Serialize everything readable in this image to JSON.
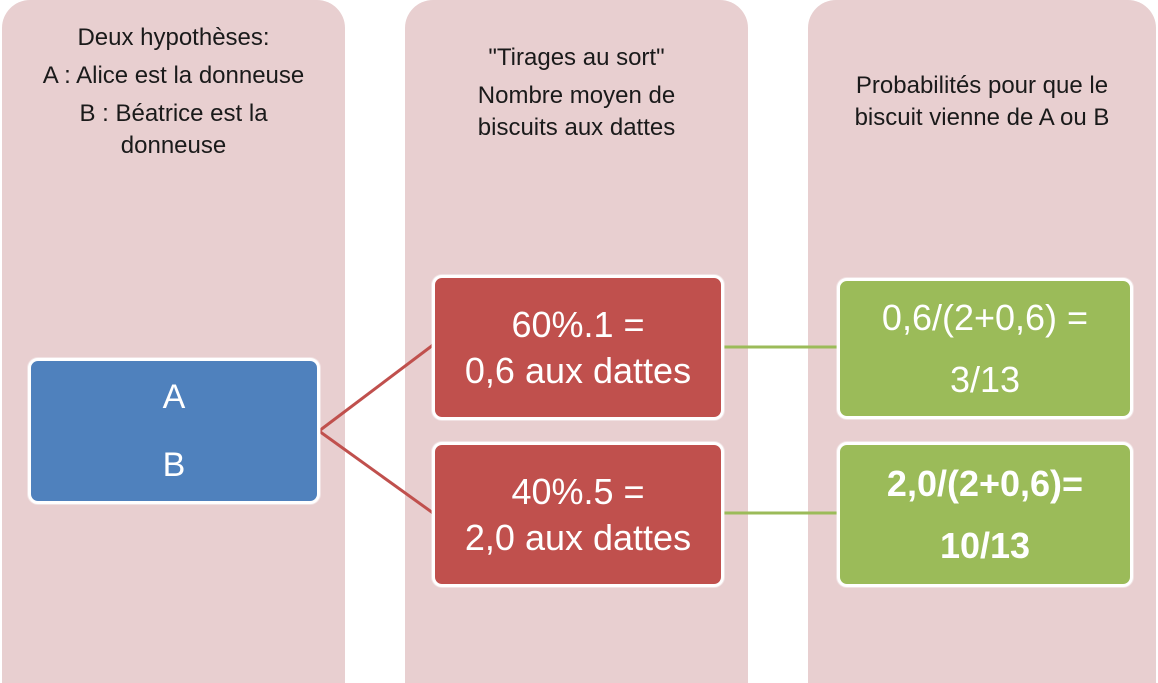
{
  "columns": {
    "hypotheses": {
      "title": "Deux hypothèses:",
      "line_a": "A : Alice est la donneuse",
      "line_b": "B : Béatrice est la donneuse"
    },
    "draws": {
      "title": "\"Tirages au sort\"",
      "subtitle": "Nombre moyen de biscuits aux dattes"
    },
    "probabilities": {
      "title": "Probabilités pour que le biscuit vienne de A ou B"
    }
  },
  "hypothesis_box": {
    "label_a": "A",
    "label_b": "B"
  },
  "draw_boxes": [
    {
      "line1": "60%.1 =",
      "line2": "0,6 aux dattes"
    },
    {
      "line1": "40%.5 =",
      "line2": "2,0 aux dattes"
    }
  ],
  "probability_boxes": [
    {
      "line1": "0,6/(2+0,6) =",
      "line2": "3/13"
    },
    {
      "line1": "2,0/(2+0,6)=",
      "line2": "10/13"
    }
  ],
  "colors": {
    "column_bg": "#e8cfd0",
    "hypothesis_box": "#4f81bd",
    "draw_box": "#c0504d",
    "probability_box": "#9bbb59",
    "red_connector": "#c0504d",
    "green_connector": "#9bbb59"
  }
}
